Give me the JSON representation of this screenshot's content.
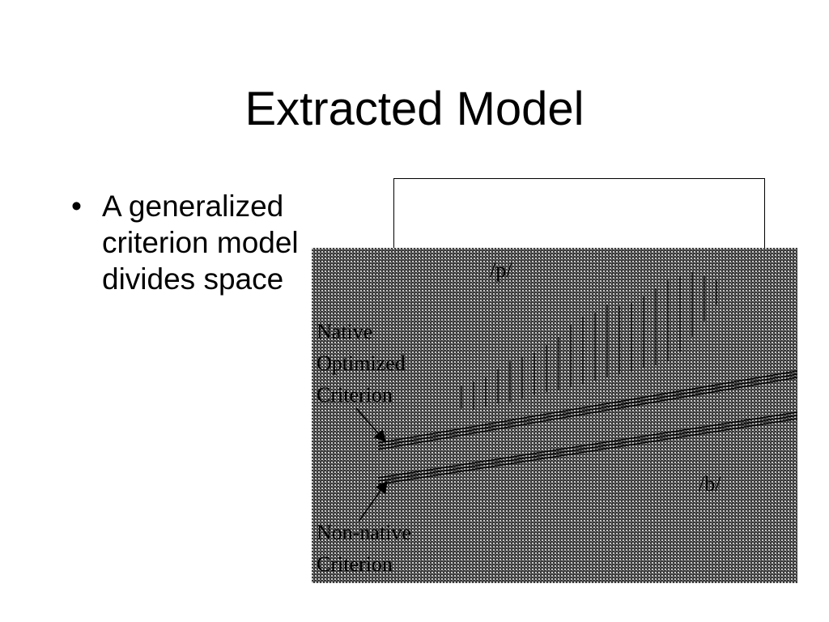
{
  "slide": {
    "title": "Extracted Model",
    "bullets": [
      "A generalized\ncriterion model\ndivides space"
    ]
  },
  "figure": {
    "region_labels": {
      "upper": "/p/",
      "lower": "/b/"
    },
    "native_label": [
      "Native",
      "Optimized",
      "Criterion"
    ],
    "nonnative_label": [
      "Non-native",
      "Criterion"
    ],
    "colors": {
      "background": "#ffffff",
      "texture_dark": "#3a3a3a",
      "texture_light": "#c8c8c8",
      "ink": "#000000"
    }
  }
}
